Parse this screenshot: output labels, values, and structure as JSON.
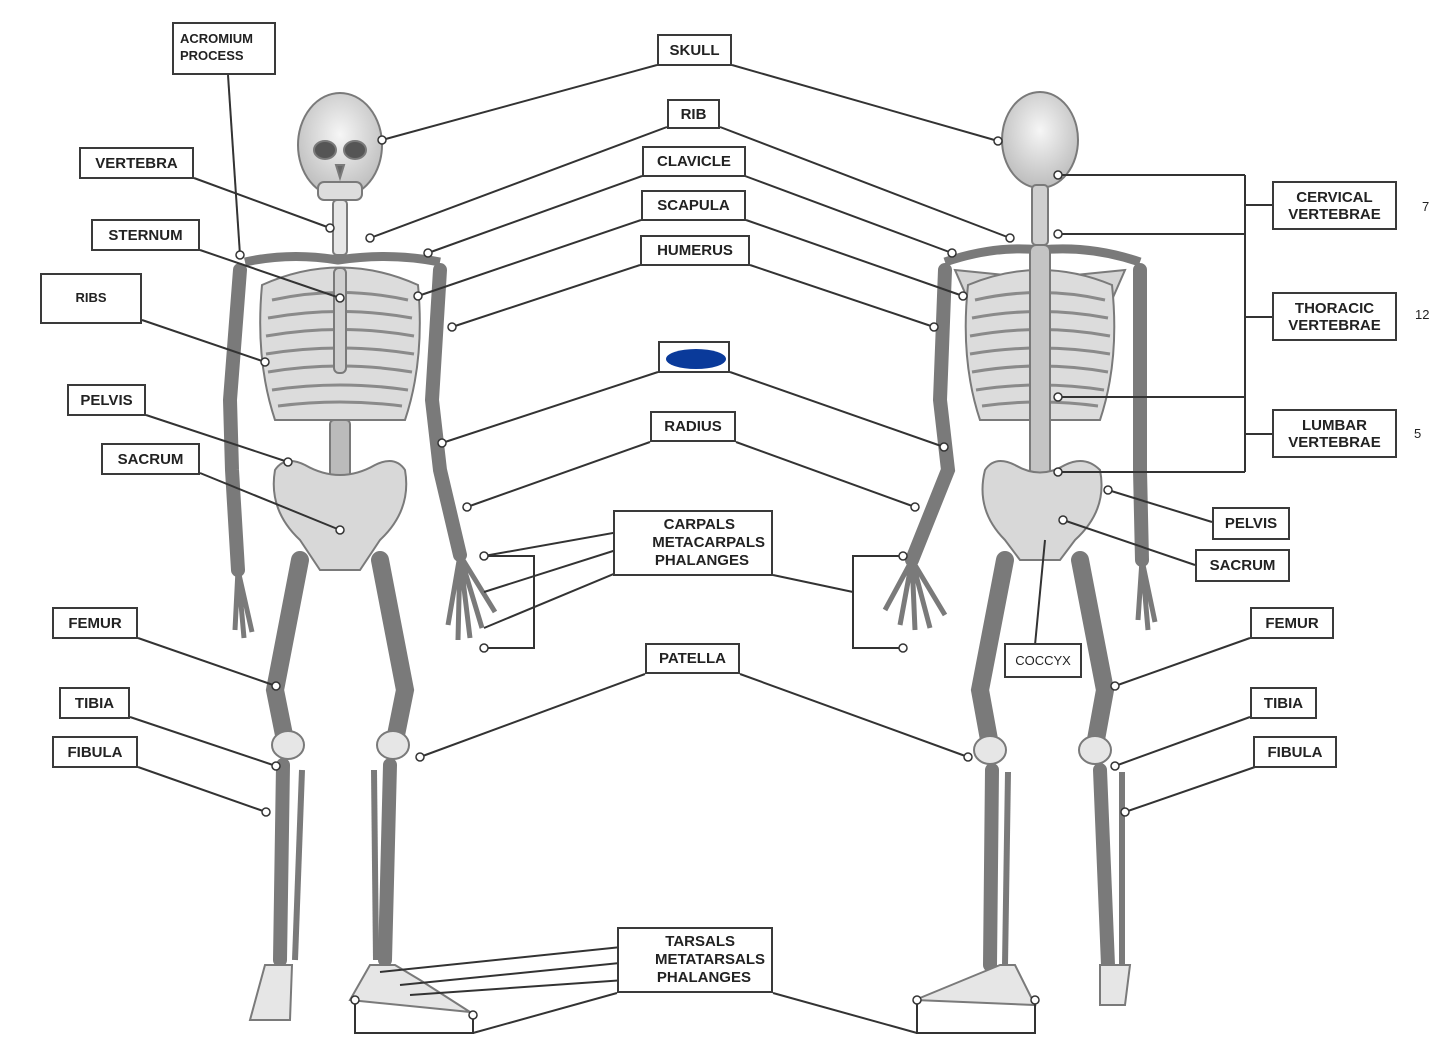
{
  "labels": {
    "acromium_l1": "ACROMIUM",
    "acromium_l2": "PROCESS",
    "skull": "SKULL",
    "rib": "RIB",
    "clavicle": "CLAVICLE",
    "scapula": "SCAPULA",
    "humerus": "HUMERUS",
    "radius": "RADIUS",
    "carpals": "CARPALS",
    "metacarpals": "METACARPALS",
    "phalanges_hand": "PHALANGES",
    "patella": "PATELLA",
    "tarsals": "TARSALS",
    "metatarsals": "METATARSALS",
    "phalanges_foot": "PHALANGES",
    "vertebra": "VERTEBRA",
    "sternum": "STERNUM",
    "ribs": "RIBS",
    "pelvis_left": "PELVIS",
    "sacrum_left": "SACRUM",
    "femur_left": "FEMUR",
    "tibia_left": "TIBIA",
    "fibula_left": "FIBULA",
    "cervical_l1": "CERVICAL",
    "cervical_l2": "VERTEBRAE",
    "thoracic_l1": "THORACIC",
    "thoracic_l2": "VERTEBRAE",
    "lumbar_l1": "LUMBAR",
    "lumbar_l2": "VERTEBRAE",
    "pelvis_right": "PELVIS",
    "sacrum_right": "SACRUM",
    "coccyx": "COCCYX",
    "femur_right": "FEMUR",
    "tibia_right": "TIBIA",
    "fibula_right": "FIBULA"
  },
  "counts": {
    "cervical": "7",
    "thoracic": "12",
    "lumbar": "5"
  },
  "colors": {
    "bone_fill": "#e6e6e6",
    "bone_stroke": "#7a7a7a",
    "line": "#333333",
    "hidden_label_mark": "#0a3a9a"
  }
}
